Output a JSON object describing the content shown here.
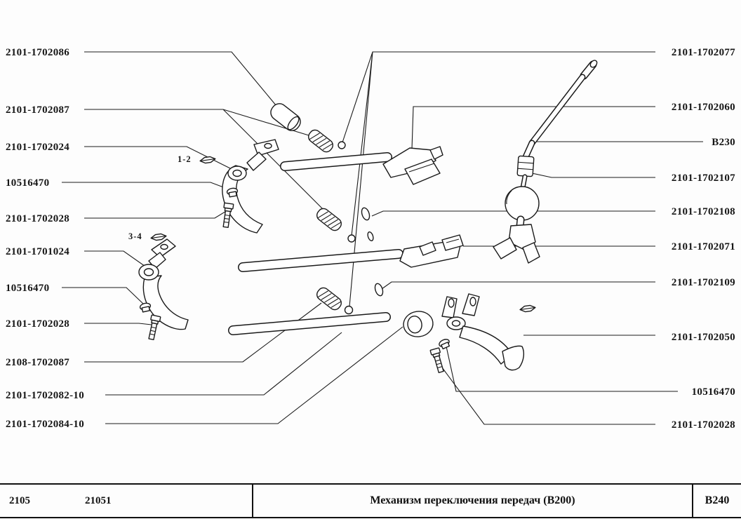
{
  "page": {
    "background": "#fdfdfd",
    "ink": "#1a1a1a"
  },
  "labels_left": [
    "2101-1702086",
    "2101-1702087",
    "2101-1702024",
    "10516470",
    "2101-1702028",
    "2101-1701024",
    "10516470",
    "2101-1702028",
    "2108-1702087",
    "2101-1702082-10",
    "2101-1702084-10"
  ],
  "labels_right": [
    "2101-1702077",
    "2101-1702060",
    "B230",
    "2101-1702107",
    "2101-1702108",
    "2101-1702071",
    "2101-1702109",
    "2101-1702050",
    "10516470",
    "2101-1702028"
  ],
  "markers": {
    "fork_1_2": "1-2",
    "fork_3_4": "3-4"
  },
  "footer": {
    "model_left": "2105",
    "model_right": "21051",
    "title": "Механизм переключения передач (B200)",
    "sheet_code": "B240"
  }
}
